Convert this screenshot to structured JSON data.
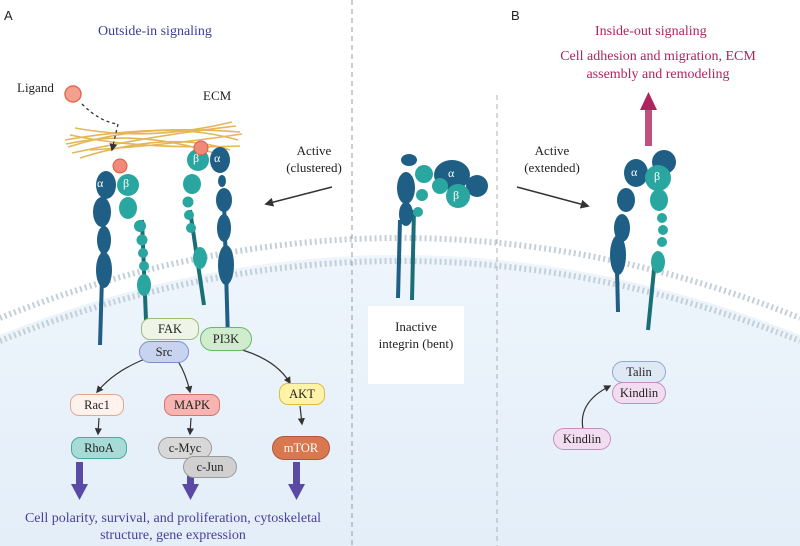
{
  "panels": {
    "a": "A",
    "b": "B"
  },
  "left": {
    "title": "Outside-in signaling",
    "ligand": "Ligand",
    "ecm": "ECM",
    "active_label": "Active\n(clustered)",
    "bottom_text": "Cell polarity, survival, and proliferation, cytoskeletal\nstructure, gene expression"
  },
  "center": {
    "inactive_label": "Inactive\nintegrin (bent)"
  },
  "right": {
    "title": "Inside-out signaling",
    "outcome": "Cell adhesion and migration, ECM\nassembly and remodeling",
    "active_label": "Active\n(extended)"
  },
  "subunits": {
    "alpha": "α",
    "beta": "β"
  },
  "nodes": {
    "fak": "FAK",
    "pi3k": "PI3K",
    "src": "Src",
    "rac1": "Rac1",
    "mapk": "MAPK",
    "akt": "AKT",
    "rhoa": "RhoA",
    "cmyc": "c-Myc",
    "cjun": "c-Jun",
    "mtor": "mTOR",
    "talin": "Talin",
    "kindlin_bound": "Kindlin",
    "kindlin_free": "Kindlin"
  },
  "colors": {
    "integrin_alpha": "#1f5f86",
    "integrin_beta": "#2aa6a0",
    "membrane": "#b9c7d3",
    "cytoplasm": "#eaf3fb",
    "ligand": "#f08a78",
    "ecm_fiber": "#e8b85a",
    "signal_arrow": "#5a4aa6",
    "outcome_arrow": "#b0245e"
  }
}
